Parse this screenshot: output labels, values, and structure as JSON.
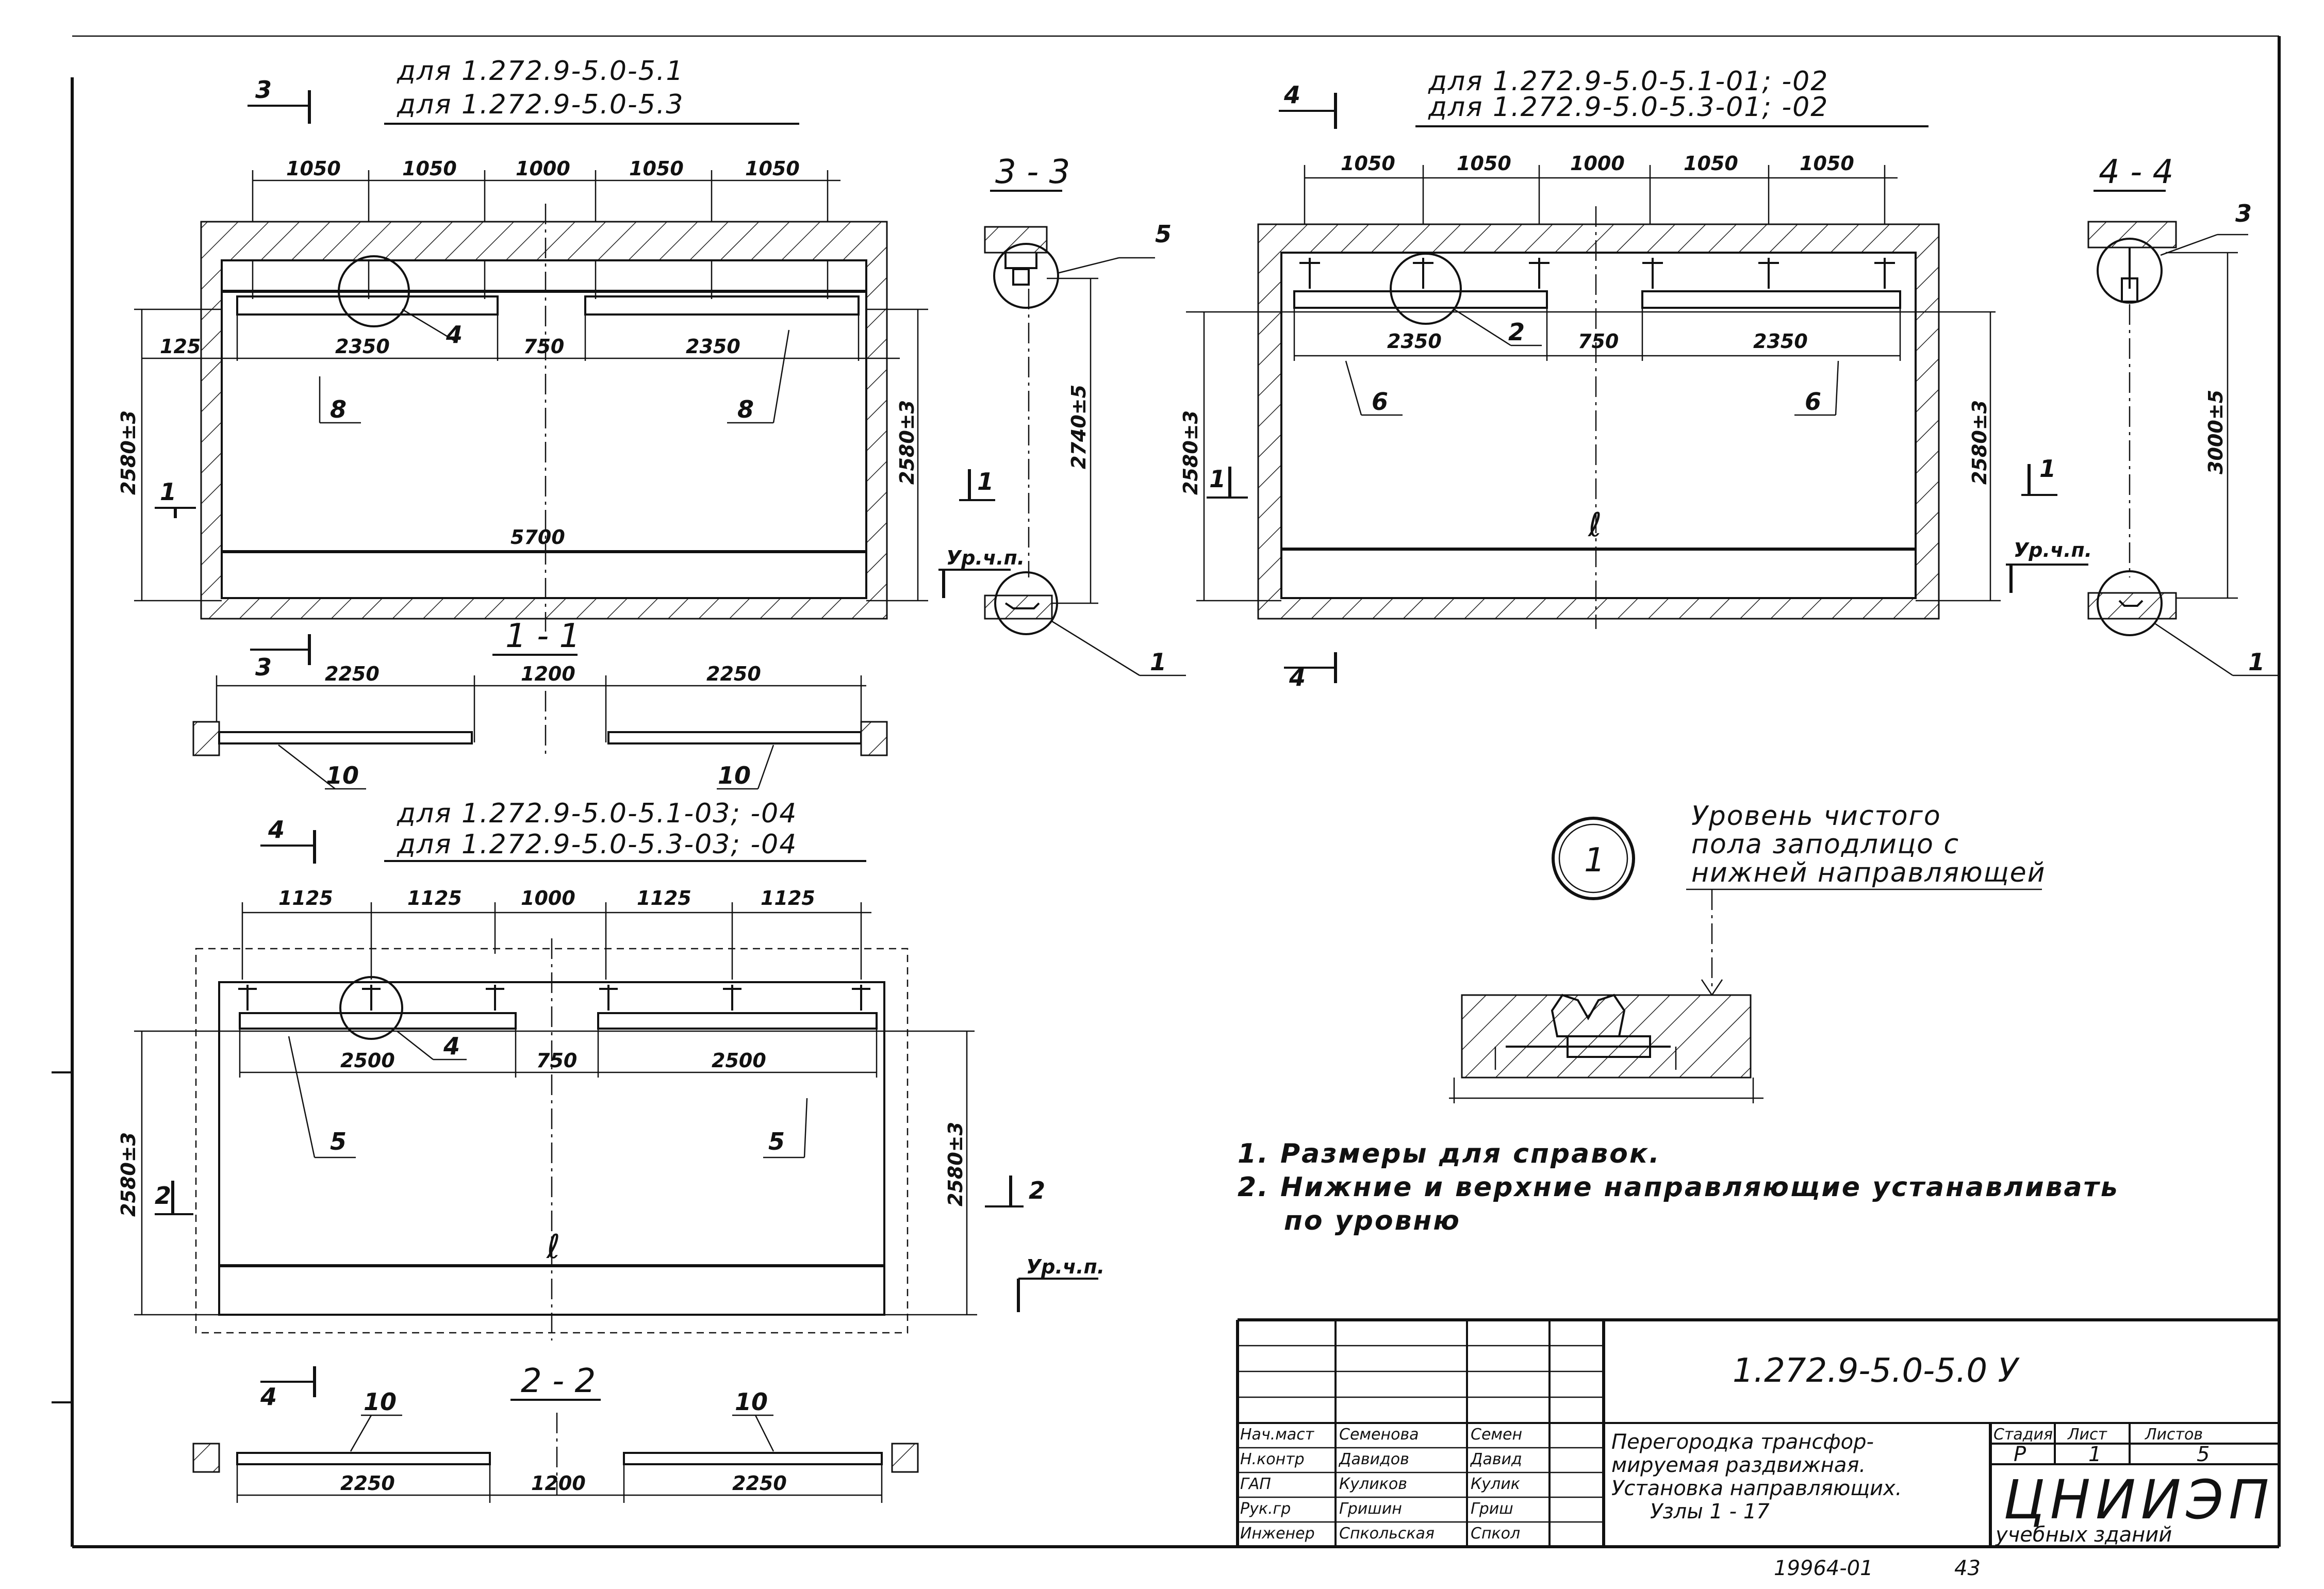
{
  "drawing": {
    "views": {
      "v1": {
        "cut_mark_top": "3",
        "cut_mark_bottom": "3",
        "for1": "для  1.272.9-5.0-5.1",
        "for2": "для  1.272.9-5.0-5.3",
        "dims_top": [
          "1050",
          "1050",
          "1000",
          "1050",
          "1050"
        ],
        "seg_left": "2350",
        "gap": "750",
        "seg_right": "2350",
        "edge": "125",
        "node": "4",
        "pos_left": "8",
        "pos_right": "8",
        "height_left": "2580±3",
        "height_right": "2580±3",
        "length": "5700",
        "sect_mark": "1",
        "section_title": "1 - 1"
      },
      "s11": {
        "left": "2250",
        "gap": "1200",
        "right": "2250",
        "pos_left": "10",
        "pos_right": "10"
      },
      "s33": {
        "title": "3 - 3",
        "pos": "5",
        "dim": "2740±5",
        "level": "Ур.ч.п.",
        "node": "1"
      },
      "v2": {
        "cut_mark_top": "4",
        "cut_mark_bottom": "4",
        "for1": "для  1.272.9-5.0-5.1-01; -02",
        "for2": "для  1.272.9-5.0-5.3-01; -02",
        "dims_top": [
          "1050",
          "1050",
          "1000",
          "1050",
          "1050"
        ],
        "seg_left": "2350",
        "gap": "750",
        "seg_right": "2350",
        "node": "2",
        "pos_left": "6",
        "pos_right": "6",
        "height_left": "2580±3",
        "height_right": "2580±3",
        "length": "ℓ",
        "sect_mark": "1"
      },
      "s44": {
        "title": "4 - 4",
        "pos": "3",
        "dim": "3000±5",
        "level": "Ур.ч.п.",
        "node": "1"
      },
      "v3": {
        "cut_mark": "4",
        "for1": "для  1.272.9-5.0-5.1-03; -04",
        "for2": "для  1.272.9-5.0-5.3-03; -04",
        "dims_top": [
          "1125",
          "1125",
          "1000",
          "1125",
          "1125"
        ],
        "seg_left": "2500",
        "gap": "750",
        "seg_right": "2500",
        "node": "4",
        "pos_left": "5",
        "pos_right": "5",
        "height_left": "2580±3",
        "height_right": "2580±3",
        "length": "ℓ",
        "sect_mark": "2",
        "level": "Ур.ч.п.",
        "section_title": "2 - 2"
      },
      "s22": {
        "left": "2250",
        "gap": "1200",
        "right": "2250",
        "pos_left": "10",
        "pos_right": "10"
      },
      "detail1": {
        "number": "1",
        "caption": [
          "Уровень чистого",
          "пола заподлицо с",
          "нижней направляющей"
        ]
      }
    },
    "notes": [
      "1.  Размеры  для  справок.",
      "2.  Нижние  и  верхние  направляющие  устанавливать",
      "по  уровню"
    ]
  },
  "title_block": {
    "code": "1.272.9-5.0-5.0 У",
    "roles": [
      "Нач.маст",
      "Н.контр",
      "ГАП",
      "Рук.гр",
      "Инженер"
    ],
    "names": [
      "Семенова",
      "Давидов",
      "Куликов",
      "Гришин",
      "Спкольская"
    ],
    "signs": [
      "Семен",
      "Давид",
      "Кулик",
      "Гриш",
      "Спкол"
    ],
    "title": [
      "Перегородка трансфор-",
      "мируемая раздвижная.",
      "Установка направляющих.",
      "Узлы 1 - 17"
    ],
    "stage_label": "Стадия",
    "sheet_label": "Лист",
    "sheets_label": "Листов",
    "stage": "Р",
    "sheet": "1",
    "sheets": "5",
    "org": "ЦНИИЭП",
    "org_sub": "учебных зданий"
  },
  "footer": {
    "number": "19964-01",
    "page": "43"
  }
}
